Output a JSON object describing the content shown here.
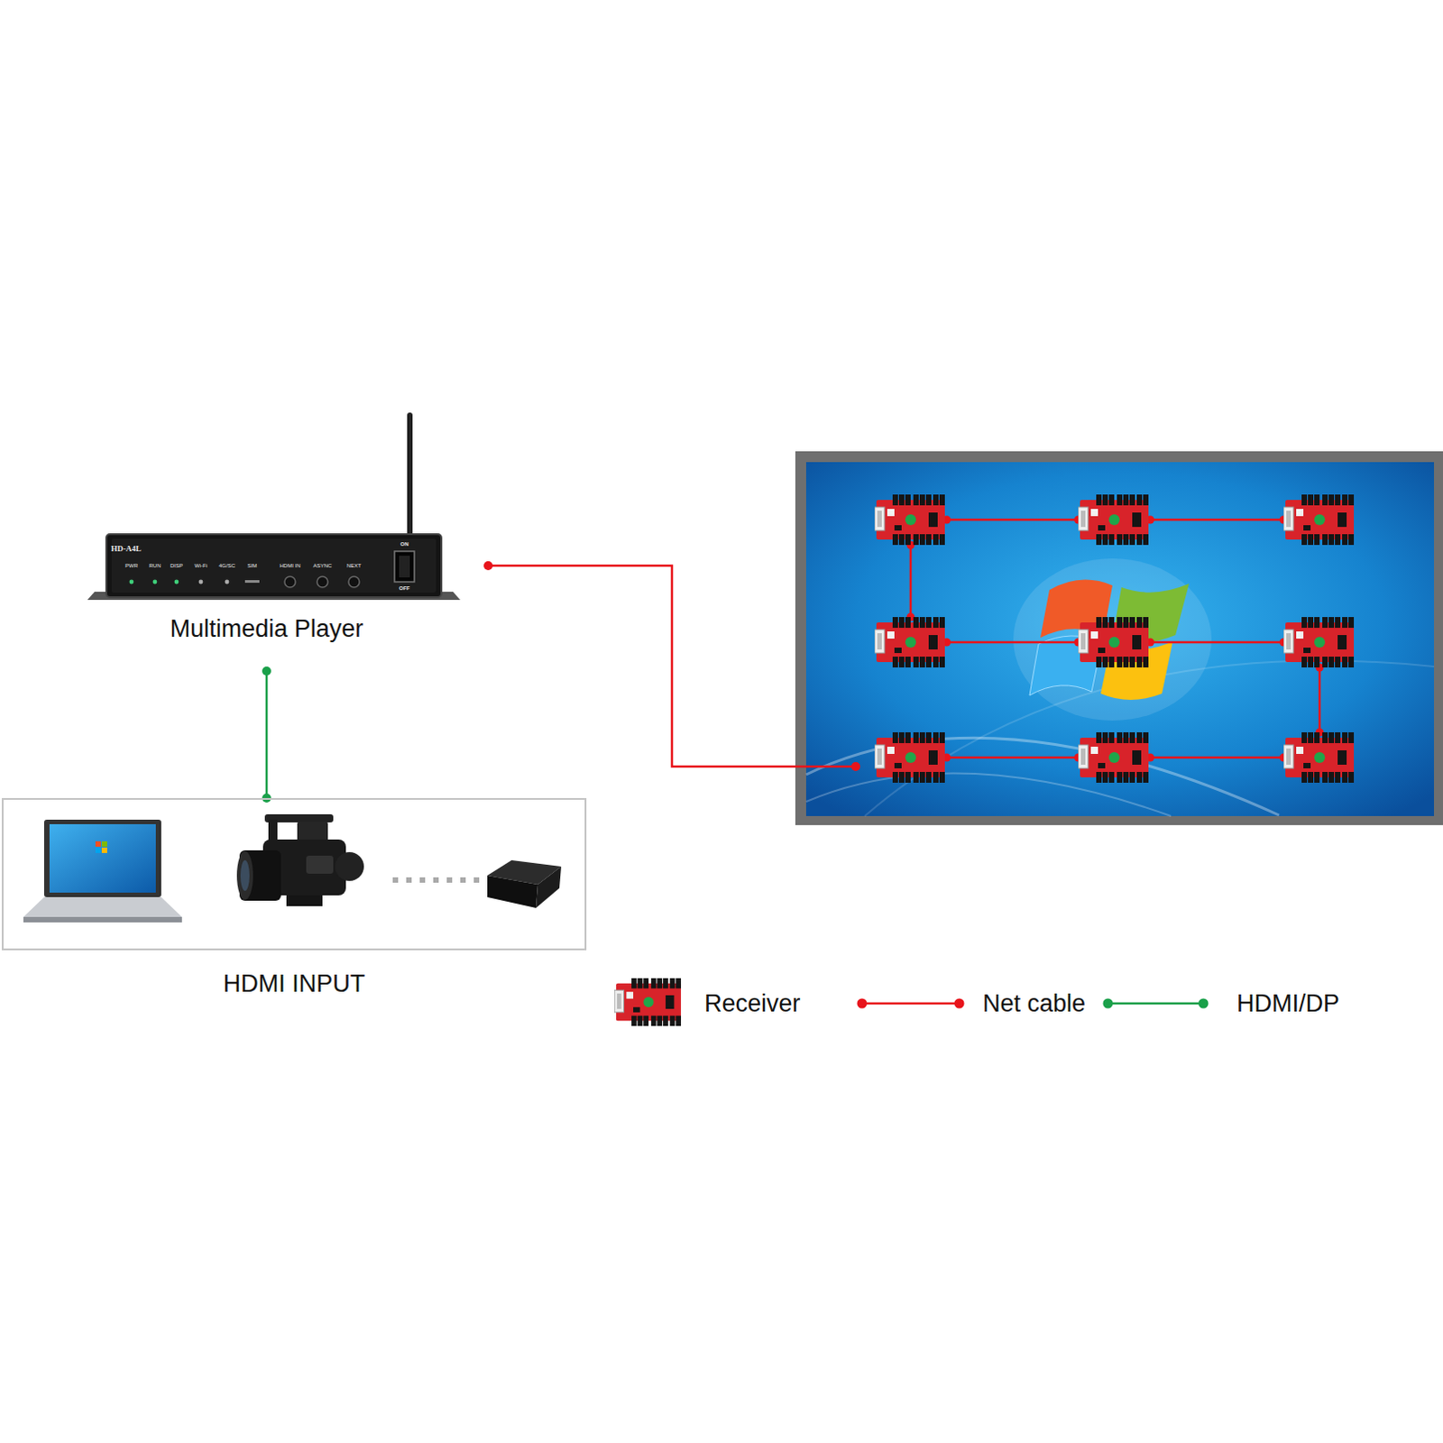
{
  "diagram": {
    "nodes": [
      {
        "text": [
          "Multimedia Player"
        ]
      },
      {
        "text": [
          "HDMI INPUT"
        ]
      }
    ],
    "edges": [
      {
        "from": 0,
        "to": 1,
        "arrow": "none"
      }
    ],
    "labels": [
      "HD-A4L",
      "PWR",
      "RUN",
      "DISP",
      "Wi-Fi",
      "4G/SC",
      "SIM",
      "HDMI IN",
      "ASYNC",
      "NEXT",
      "ON",
      "OFF"
    ],
    "legend": [
      {
        "text": "Receiver"
      },
      {
        "text": "Net cable"
      },
      {
        "text": "HDMI/DP"
      }
    ]
  }
}
